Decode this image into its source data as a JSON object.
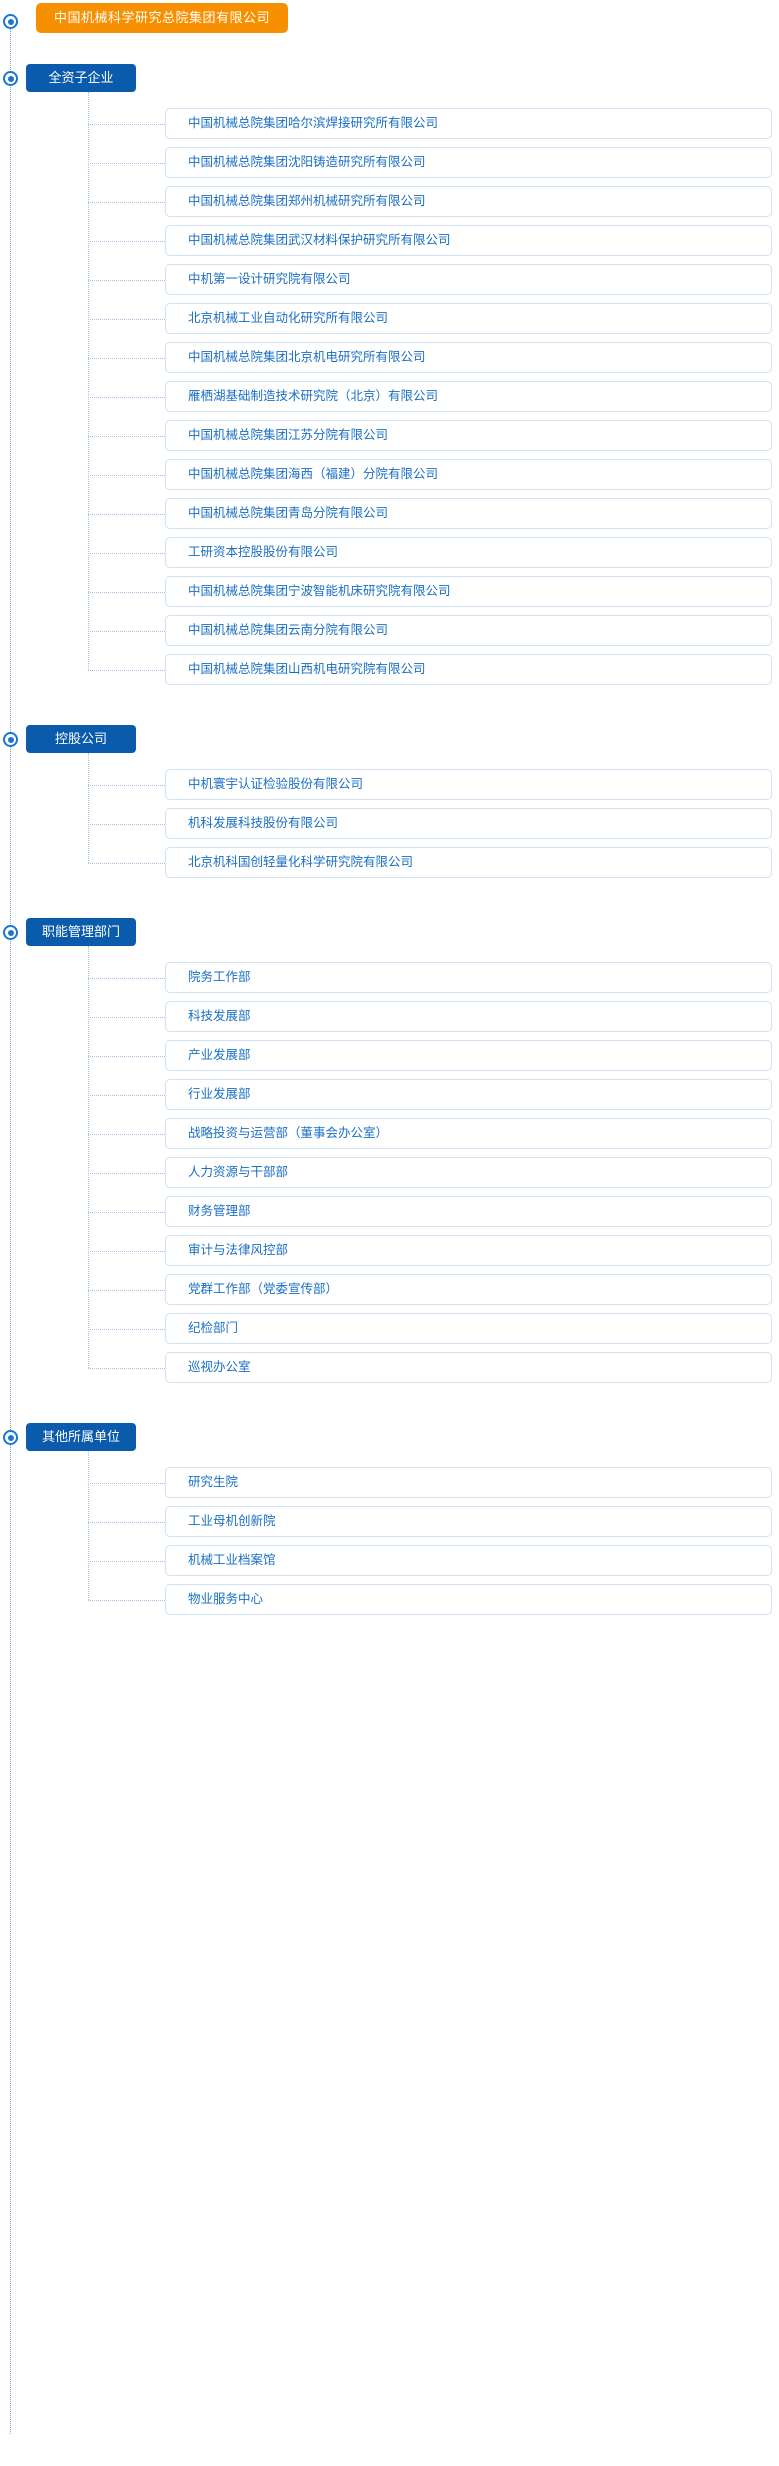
{
  "root": {
    "label": "中国机械科学研究总院集团有限公司",
    "color": "#F79000",
    "icon": "target-icon"
  },
  "theme": {
    "root_color": "#F79000",
    "section_color": "#0B5BAD",
    "item_text_color": "#1A6FC4",
    "item_border_color": "#cfe1f2",
    "connector_color": "#9fc3e4"
  },
  "sections": [
    {
      "label": "全资子企业",
      "items": [
        "中国机械总院集团哈尔滨焊接研究所有限公司",
        "中国机械总院集团沈阳铸造研究所有限公司",
        "中国机械总院集团郑州机械研究所有限公司",
        "中国机械总院集团武汉材料保护研究所有限公司",
        "中机第一设计研究院有限公司",
        "北京机械工业自动化研究所有限公司",
        "中国机械总院集团北京机电研究所有限公司",
        "雁栖湖基础制造技术研究院（北京）有限公司",
        "中国机械总院集团江苏分院有限公司",
        "中国机械总院集团海西（福建）分院有限公司",
        "中国机械总院集团青岛分院有限公司",
        "工研资本控股股份有限公司",
        "中国机械总院集团宁波智能机床研究院有限公司",
        "中国机械总院集团云南分院有限公司",
        "中国机械总院集团山西机电研究院有限公司"
      ]
    },
    {
      "label": "控股公司",
      "items": [
        "中机寰宇认证检验股份有限公司",
        "机科发展科技股份有限公司",
        "北京机科国创轻量化科学研究院有限公司"
      ]
    },
    {
      "label": "职能管理部门",
      "items": [
        "院务工作部",
        "科技发展部",
        "产业发展部",
        "行业发展部",
        "战略投资与运营部（董事会办公室）",
        "人力资源与干部部",
        "财务管理部",
        "审计与法律风控部",
        "党群工作部（党委宣传部）",
        "纪检部门",
        "巡视办公室"
      ]
    },
    {
      "label": "其他所属单位",
      "items": [
        "研究生院",
        "工业母机创新院",
        "机械工业档案馆",
        "物业服务中心"
      ]
    }
  ]
}
